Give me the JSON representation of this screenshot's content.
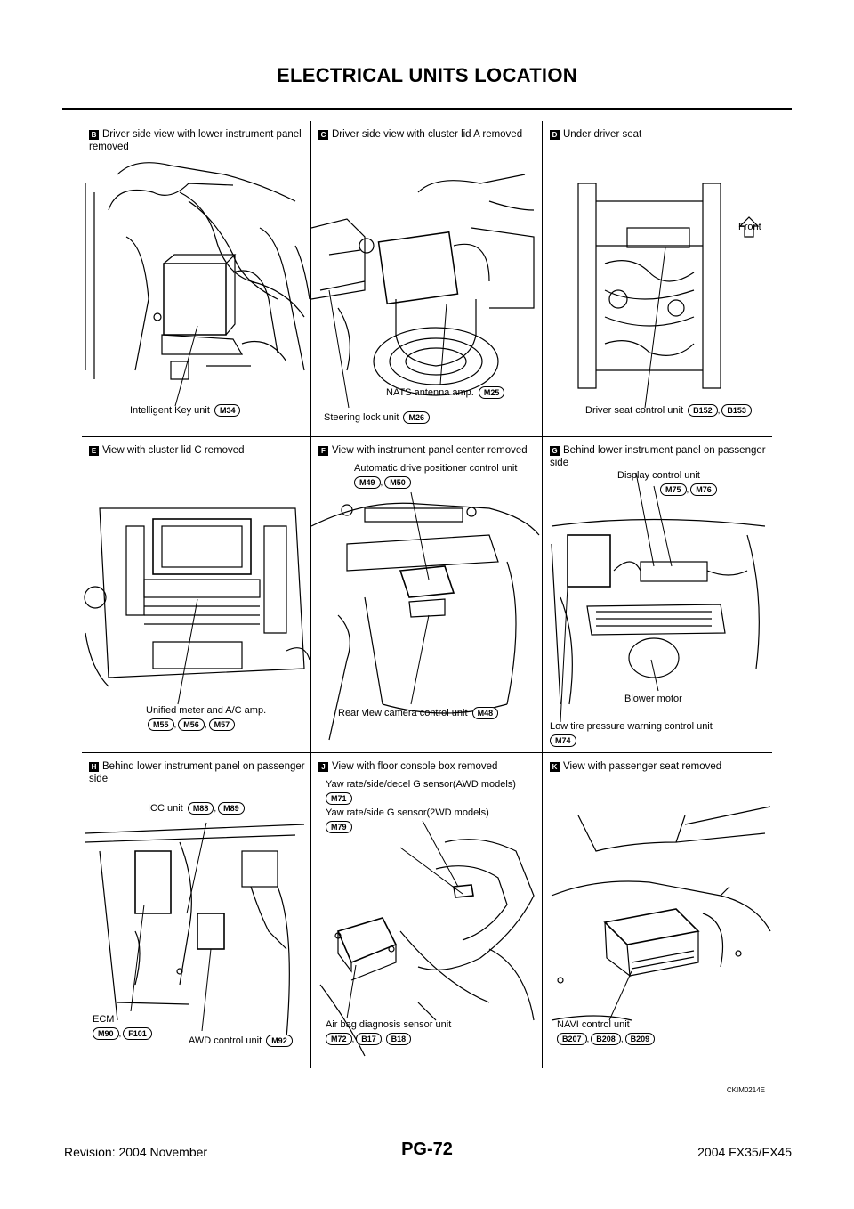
{
  "header": {
    "title": "ELECTRICAL UNITS LOCATION"
  },
  "panels": {
    "B": {
      "letter": "B",
      "title": "Driver side view with lower instrument panel removed",
      "labels": [
        {
          "text": "Intelligent Key unit",
          "codes": [
            "M34"
          ]
        }
      ]
    },
    "C": {
      "letter": "C",
      "title": "Driver side view with cluster lid A removed",
      "labels": [
        {
          "text": "NATS antenna amp.",
          "codes": [
            "M25"
          ]
        },
        {
          "text": "Steering lock unit",
          "codes": [
            "M26"
          ]
        }
      ]
    },
    "D": {
      "letter": "D",
      "title": "Under driver seat",
      "labels": [
        {
          "text": "Front",
          "codes": []
        },
        {
          "text": "Driver seat control unit",
          "codes": [
            "B152",
            "B153"
          ]
        }
      ]
    },
    "E": {
      "letter": "E",
      "title": "View with cluster lid C removed",
      "labels": [
        {
          "text": "Unified meter and A/C amp.",
          "codes": [
            "M55",
            "M56",
            "M57"
          ]
        }
      ]
    },
    "F": {
      "letter": "F",
      "title": "View with instrument panel center removed",
      "labels": [
        {
          "text": "Automatic drive positioner control unit",
          "codes": [
            "M49",
            "M50"
          ]
        },
        {
          "text": "Rear view camera control unit",
          "codes": [
            "M48"
          ]
        }
      ]
    },
    "G": {
      "letter": "G",
      "title": "Behind lower instrument panel on passenger side",
      "labels": [
        {
          "text": "Display control unit",
          "codes": [
            "M75",
            "M76"
          ]
        },
        {
          "text": "Blower motor",
          "codes": []
        },
        {
          "text": "Low tire pressure warning control unit",
          "codes": [
            "M74"
          ]
        }
      ]
    },
    "H": {
      "letter": "H",
      "title": "Behind lower instrument panel on passenger side",
      "labels": [
        {
          "text": "ICC unit",
          "codes": [
            "M88",
            "M89"
          ]
        },
        {
          "text": "ECM",
          "codes": [
            "M90",
            "F101"
          ]
        },
        {
          "text": "AWD control unit",
          "codes": [
            "M92"
          ]
        }
      ]
    },
    "J": {
      "letter": "J",
      "title": "View with floor console box removed",
      "labels": [
        {
          "text": "Yaw rate/side/decel G sensor(AWD models)",
          "codes": [
            "M71"
          ]
        },
        {
          "text": "Yaw rate/side G sensor(2WD models)",
          "codes": [
            "M79"
          ]
        },
        {
          "text": "Air bag diagnosis sensor unit",
          "codes": [
            "M72",
            "B17",
            "B18"
          ]
        }
      ]
    },
    "K": {
      "letter": "K",
      "title": "View with passenger seat removed",
      "labels": [
        {
          "text": "NAVI control unit",
          "codes": [
            "B207",
            "B208",
            "B209"
          ]
        }
      ]
    }
  },
  "figure_code": "CKIM0214E",
  "footer": {
    "revision": "Revision: 2004 November",
    "page": "PG-72",
    "model": "2004 FX35/FX45"
  }
}
